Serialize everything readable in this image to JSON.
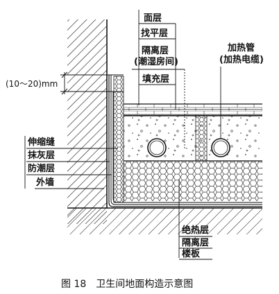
{
  "labels": {
    "surface": "面层",
    "leveling": "找平层",
    "isolation_top_1": "隔离层",
    "isolation_top_2": "(潮湿房间)",
    "filling": "填充层",
    "heating_pipe_1": "加热管",
    "heating_pipe_2": "(加热电缆)",
    "gap": "(10～20)mm",
    "expansion_joint": "伸缩缝",
    "plaster": "抹灰层",
    "damp_proof": "防潮层",
    "exterior_wall": "外墙",
    "insulation": "绝热层",
    "isolation_bottom": "隔离层",
    "floor_slab": "楼板"
  },
  "caption": "图 18　卫生间地面构造示意图"
}
